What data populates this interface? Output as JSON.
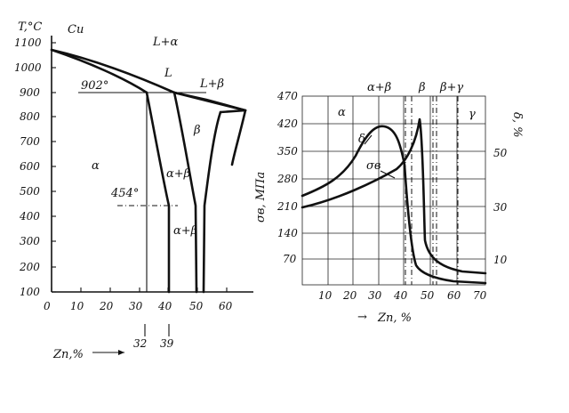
{
  "phase_diagram": {
    "t_axis_label": "T,°C",
    "cu_label": "Cu",
    "t_ticks": [
      "100",
      "200",
      "300",
      "400",
      "500",
      "600",
      "700",
      "800",
      "900",
      "1000",
      "1100"
    ],
    "x_ticks": [
      "0",
      "10",
      "20",
      "30",
      "40",
      "50",
      "60"
    ],
    "regions": {
      "l_alpha": "L+α",
      "l": "L",
      "l_beta": "L+β",
      "beta": "β",
      "alpha": "α",
      "alpha_beta_1": "α+β",
      "alpha_beta_2": "α+β"
    },
    "temps": {
      "t902": "902°",
      "t454": "454°"
    },
    "marks": {
      "m32": "32",
      "m39": "39"
    },
    "x_axis_label": "Zn,%"
  },
  "properties_chart": {
    "sigma_ticks": [
      "70",
      "140",
      "210",
      "280",
      "350",
      "420",
      "470"
    ],
    "sigma_label": "σв, МПа",
    "delta_ticks": [
      "10",
      "30",
      "50"
    ],
    "delta_label": "δ, %",
    "x_ticks": [
      "10",
      "20",
      "30",
      "40",
      "50",
      "60",
      "70"
    ],
    "x_label": "Zn, %",
    "x_arrow": "→",
    "top_phases": {
      "alpha_beta": "α+β",
      "beta": "β",
      "beta_gamma": "β+γ"
    },
    "regions": {
      "alpha": "α",
      "gamma": "γ"
    },
    "curve_labels": {
      "delta": "δ",
      "sigma": "σв"
    }
  }
}
